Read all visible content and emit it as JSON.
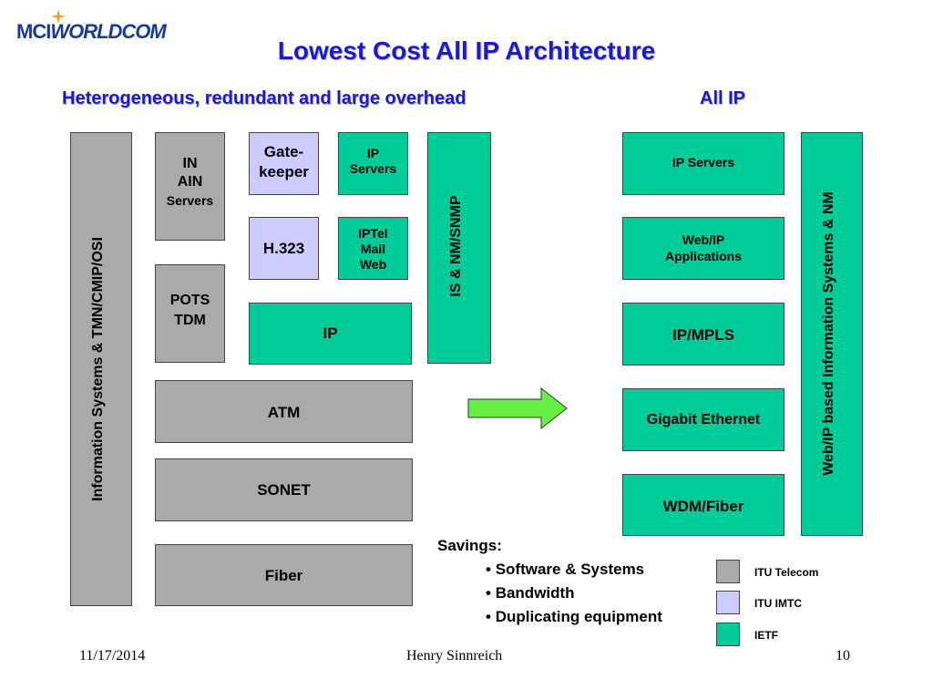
{
  "logo": {
    "text": "MCI WORLDCOM",
    "part1": "MCI",
    "part2": "WORLDCOM",
    "color": "#1a3a9a",
    "star_color": "#f0a030"
  },
  "title": "Lowest Cost All IP Architecture",
  "left_heading": "Heterogeneous, redundant and large overhead",
  "right_heading": "All IP",
  "left_stack": {
    "vertical_bar": "Information Systems & TMN/CMIP/OSI",
    "in_ain": {
      "line1": "IN",
      "line2": "AIN",
      "line3": "Servers"
    },
    "pots_tdm": {
      "line1": "POTS",
      "line2": "TDM"
    },
    "gatekeeper": {
      "line1": "Gate-",
      "line2": "keeper"
    },
    "ip_servers": {
      "line1": "IP",
      "line2": "Servers"
    },
    "h323": "H.323",
    "iptel": {
      "line1": "IPTel",
      "line2": "Mail",
      "line3": "Web"
    },
    "ip": "IP",
    "is_nm": "IS & NM/SNMP",
    "atm": "ATM",
    "sonet": "SONET",
    "fiber": "Fiber"
  },
  "right_stack": {
    "ip_servers": "IP Servers",
    "web_ip": {
      "line1": "Web/IP",
      "line2": "Applications"
    },
    "ip_mpls": "IP/MPLS",
    "gigabit": "Gigabit Ethernet",
    "wdm": "WDM/Fiber",
    "vertical_bar": "Web/IP based Information Systems & NM"
  },
  "savings": {
    "heading": "Savings:",
    "items": [
      "Software & Systems",
      "Bandwidth",
      "Duplicating equipment"
    ],
    "bullet": "•"
  },
  "legend": [
    {
      "label": "ITU Telecom",
      "color": "#aaaaaa"
    },
    {
      "label": "ITU IMTC",
      "color": "#ccccff"
    },
    {
      "label": "IETF",
      "color": "#00cc99"
    }
  ],
  "colors": {
    "itu_telecom": "#aaaaaa",
    "itu_imtc": "#ccccff",
    "ietf": "#00cc99",
    "title": "#1a1ad6"
  },
  "footer": {
    "date": "11/17/2014",
    "author": "Henry Sinnreich",
    "page": "10"
  }
}
